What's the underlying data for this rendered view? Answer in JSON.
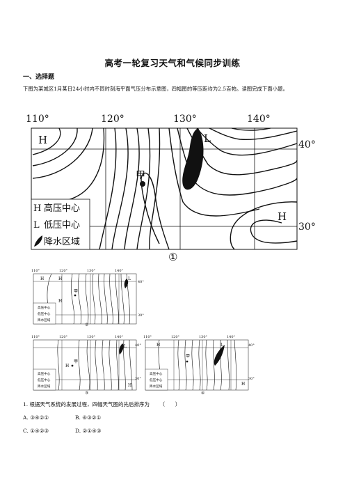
{
  "title": "高考一轮复习天气和气候同步训练",
  "section": "一、选择题",
  "intro": "下图为某城区1月某日24小时内不同时刻海平面气压分布示意图，四幅图的等压距均为2.5百帕。读图完成下面小题。",
  "map_labels": {
    "lon": [
      "110°",
      "120°",
      "130°",
      "140°"
    ],
    "lat": [
      "40°",
      "30°"
    ],
    "high": "H",
    "low": "L",
    "jia": "甲",
    "legend": [
      "高压中心",
      "低压中心",
      "降水区域"
    ],
    "big_caption": "①",
    "small_captions": [
      "②",
      "③",
      "④"
    ]
  },
  "question": {
    "stem": "1. 根据天气系统的发展过程，四幅天气图的先后排序为",
    "blank": "（　　）",
    "options": [
      {
        "key": "A.",
        "text": "③④②①"
      },
      {
        "key": "B.",
        "text": "④③②①"
      },
      {
        "key": "C.",
        "text": "①④②③"
      },
      {
        "key": "D.",
        "text": "②①④③"
      }
    ]
  }
}
